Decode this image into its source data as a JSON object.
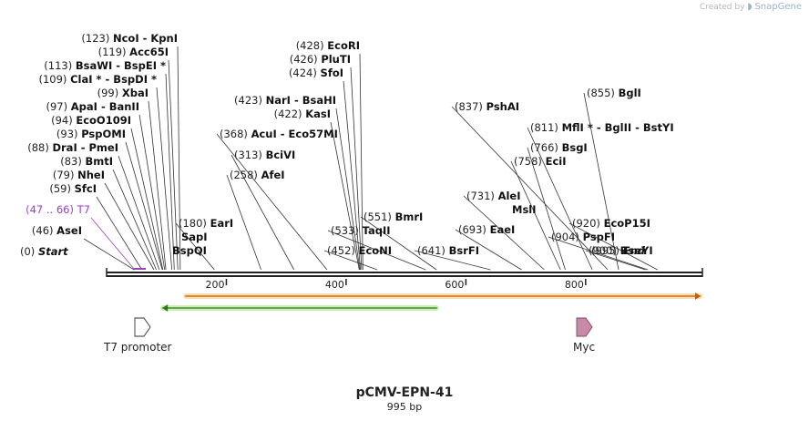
{
  "brand": {
    "prefix": "Created by",
    "name": "SnapGene"
  },
  "plasmid": {
    "name": "pCMV-EPN-41",
    "size_label": "995 bp",
    "length": 995
  },
  "ruler": {
    "ticks": [
      200,
      400,
      600,
      800
    ]
  },
  "enzymes": [
    {
      "pos": 0,
      "text": "Start",
      "style": "term",
      "terminal": true
    },
    {
      "pos": 46,
      "text": "AseI"
    },
    {
      "pos": 47,
      "pos_label": "47 .. 66",
      "text": "T7",
      "style": "feature",
      "color": "#9b3fc6"
    },
    {
      "pos": 59,
      "text": "SfcI"
    },
    {
      "pos": 79,
      "text": "NheI"
    },
    {
      "pos": 83,
      "text": "BmtI"
    },
    {
      "pos": 88,
      "text": "DraI  -  PmeI"
    },
    {
      "pos": 93,
      "text": "PspOMI"
    },
    {
      "pos": 94,
      "text": "EcoO109I"
    },
    {
      "pos": 97,
      "text": "ApaI  -  BanII"
    },
    {
      "pos": 99,
      "text": "XbaI"
    },
    {
      "pos": 109,
      "text": "ClaI *  -  BspDI *"
    },
    {
      "pos": 113,
      "text": "BsaWI  -  BspEI *"
    },
    {
      "pos": 119,
      "text": "Acc65I"
    },
    {
      "pos": 123,
      "text": "NcoI  -  KpnI"
    },
    {
      "pos": 180,
      "text": "EarI"
    },
    {
      "text": "SapI"
    },
    {
      "text": "BspQI"
    },
    {
      "pos": 258,
      "text": "AfeI"
    },
    {
      "pos": 313,
      "text": "BciVI"
    },
    {
      "pos": 368,
      "text": "AcuI  -  Eco57MI"
    },
    {
      "pos": 422,
      "text": "KasI"
    },
    {
      "pos": 423,
      "text": "NarI  -  BsaHI"
    },
    {
      "pos": 424,
      "text": "SfoI"
    },
    {
      "pos": 426,
      "text": "PluTI"
    },
    {
      "pos": 428,
      "text": "EcoRI"
    },
    {
      "pos": 452,
      "text": "EcoNI"
    },
    {
      "pos": 533,
      "text": "TaqII"
    },
    {
      "pos": 551,
      "text": "BmrI"
    },
    {
      "pos": 641,
      "text": "BsrFI"
    },
    {
      "pos": 693,
      "text": "EaeI"
    },
    {
      "pos": 731,
      "text": "AleI"
    },
    {
      "text": "MslI"
    },
    {
      "pos": 758,
      "text": "EciI"
    },
    {
      "pos": 766,
      "text": "BsgI"
    },
    {
      "pos": 811,
      "text": "MflI *  -  BglII  -  BstYI"
    },
    {
      "pos": 837,
      "text": "PshAI"
    },
    {
      "pos": 855,
      "text": "BglI"
    },
    {
      "pos": 900,
      "text": "BseYI"
    },
    {
      "pos": 904,
      "text": "PspFI"
    },
    {
      "pos": 920,
      "text": "EcoP15I"
    },
    {
      "pos": 995,
      "text": "End",
      "style": "term",
      "terminal": true
    }
  ],
  "features": [
    {
      "name": "T7 promoter",
      "start": 47,
      "end": 66,
      "direction": "forward",
      "color": "#ffffff"
    },
    {
      "name": "Myc",
      "start": 787,
      "end": 816,
      "direction": "forward",
      "color": "#c98aa8"
    }
  ],
  "orfs": [
    {
      "start": 128,
      "end": 995,
      "direction": "forward",
      "color": "#f0a020"
    },
    {
      "start": 90,
      "end": 555,
      "direction": "reverse",
      "color": "#6ccf2a"
    }
  ]
}
